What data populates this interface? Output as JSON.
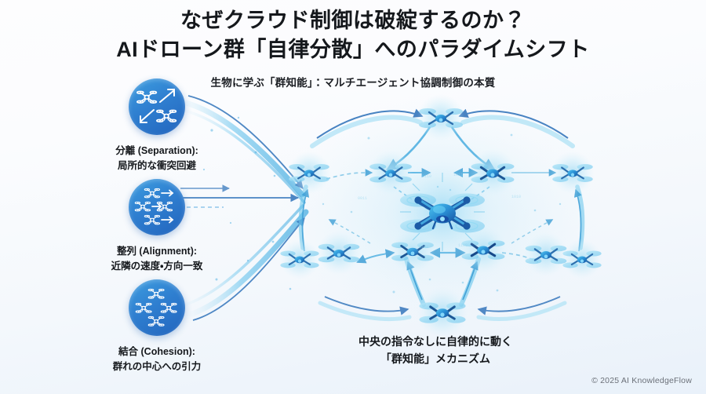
{
  "header": {
    "title_line1": "なぜクラウド制御は破綻するのか？",
    "title_line2": "AIドローン群「自律分散」へのパラダイムシフト",
    "subtitle": "生物に学ぶ「群知能」：マルチエージェント協調制御の本質"
  },
  "concepts": [
    {
      "id": "separation",
      "icon": "drone-separation-icon",
      "label_jp": "分離 (Separation):",
      "label_desc": "局所的な衝突回避"
    },
    {
      "id": "alignment",
      "icon": "drone-alignment-icon",
      "label_jp": "整列 (Alignment):",
      "label_desc": "近隣の速度・方向一致"
    },
    {
      "id": "cohesion",
      "icon": "drone-cohesion-icon",
      "label_jp": "結合 (Cohesion):",
      "label_desc": "群れの中心への引力"
    }
  ],
  "swarm": {
    "center_icon": "central-drone-icon",
    "node_icon": "swarm-drone-icon",
    "caption_line1": "中央の指令なしに自律的に動く",
    "caption_line2": "「群知能」メカニズム"
  },
  "footer": {
    "copyright": "© 2025 AI KnowledgeFlow"
  },
  "colors": {
    "title": "#15181c",
    "accent_deep": "#1c63b4",
    "accent_mid": "#3aa0dd",
    "accent_light": "#9fd8f2",
    "disc_top": "#3d9ee0",
    "disc_bottom": "#2264bd",
    "background_top": "#fdfdfe",
    "background_bottom": "#e9f1fa",
    "copyright": "#6b7078"
  }
}
